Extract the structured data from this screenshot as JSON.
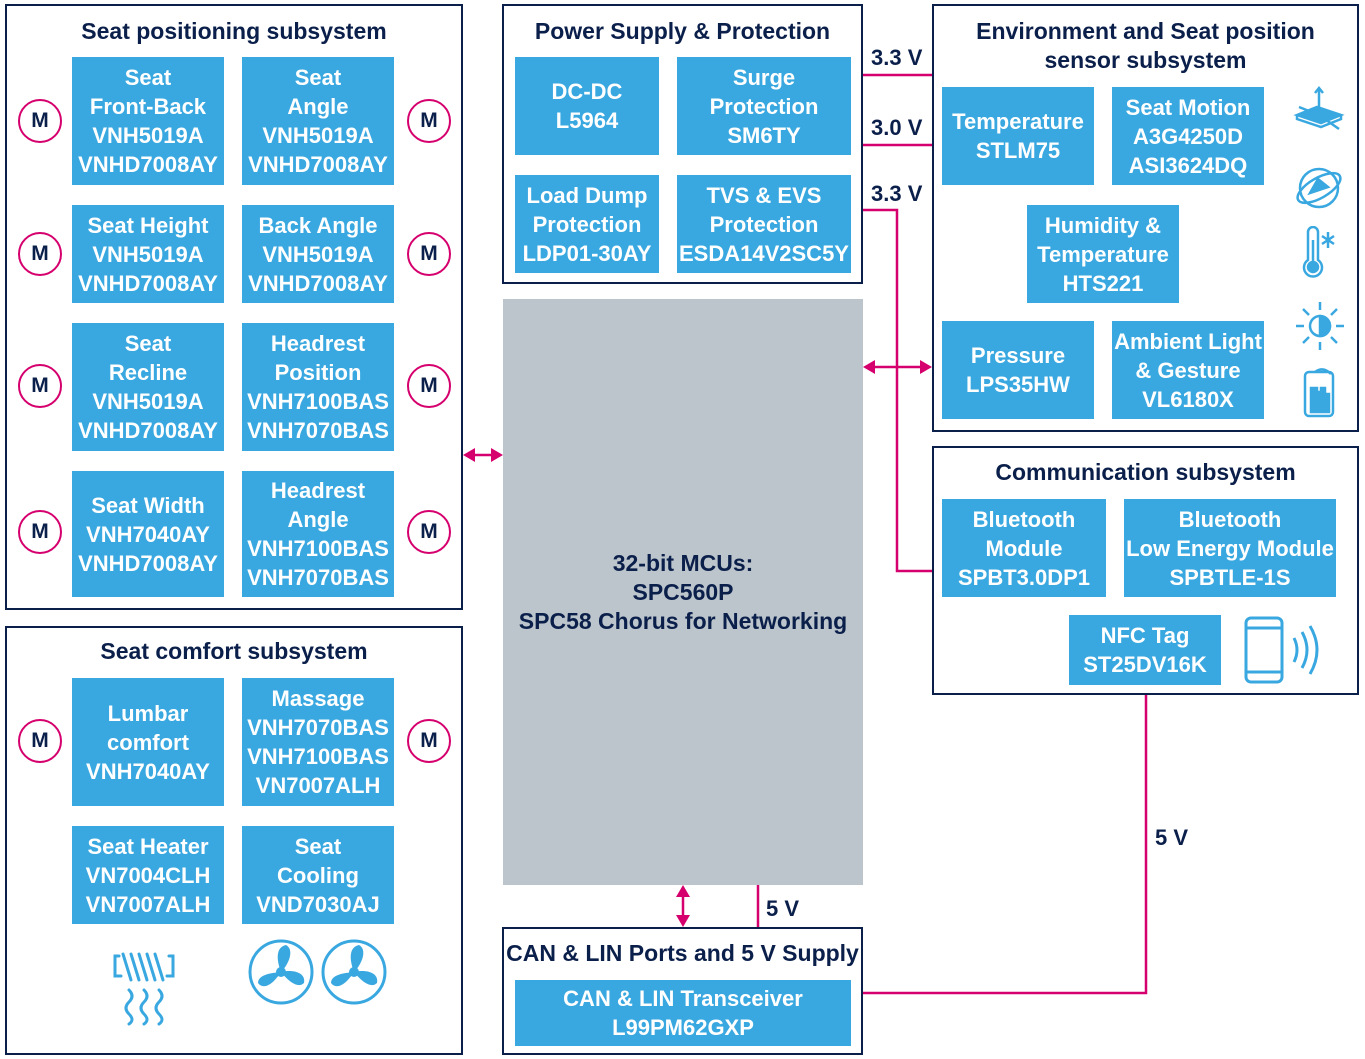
{
  "colors": {
    "block": "#3aa8e0",
    "border": "#0b1f4b",
    "wire": "#d5006d",
    "mcu": "#bcc5cb"
  },
  "seat_positioning": {
    "title": "Seat positioning subsystem",
    "blocks": [
      "Seat\nFront-Back\nVNH5019A\nVNHD7008AY",
      "Seat\nAngle\nVNH5019A\nVNHD7008AY",
      "Seat Height\nVNH5019A\nVNHD7008AY",
      "Back Angle\nVNH5019A\nVNHD7008AY",
      "Seat\nRecline\nVNH5019A\nVNHD7008AY",
      "Headrest\nPosition\nVNH7100BAS\nVNH7070BAS",
      "Seat Width\nVNH7040AY\nVNHD7008AY",
      "Headrest\nAngle\nVNH7100BAS\nVNH7070BAS"
    ]
  },
  "motor_label": "M",
  "seat_comfort": {
    "title": "Seat comfort subsystem",
    "blocks": [
      "Lumbar\ncomfort\nVNH7040AY",
      "Massage\nVNH7070BAS\nVNH7100BAS\nVN7007ALH",
      "Seat Heater\nVN7004CLH\nVN7007ALH",
      "Seat\nCooling\nVND7030AJ"
    ]
  },
  "power": {
    "title": "Power Supply & Protection",
    "blocks": [
      "DC-DC\nL5964",
      "Surge\nProtection\nSM6TY",
      "Load Dump\nProtection\nLDP01-30AY",
      "TVS & EVS\nProtection\nESDA14V2SC5Y"
    ]
  },
  "mcu": {
    "label": "32-bit MCUs:\nSPC560P\nSPC58 Chorus for Networking"
  },
  "can": {
    "title": "CAN & LIN Ports and 5 V Supply",
    "block": "CAN & LIN Transceiver\nL99PM62GXP"
  },
  "env": {
    "title": "Environment and Seat position\nsensor subsystem",
    "blocks": [
      "Temperature\nSTLM75",
      "Seat Motion\nA3G4250D\nASI3624DQ",
      "Humidity &\nTemperature\nHTS221",
      "Pressure\nLPS35HW",
      "Ambient Light\n& Gesture\nVL6180X"
    ]
  },
  "comm": {
    "title": "Communication subsystem",
    "blocks": [
      "Bluetooth\nModule\nSPBT3.0DP1",
      "Bluetooth\nLow Energy Module\nSPBTLE-1S",
      "NFC Tag\nST25DV16K"
    ]
  },
  "voltages": {
    "v1": "3.3 V",
    "v2": "3.0 V",
    "v3": "3.3 V",
    "v_can": "5 V",
    "v_comm": "5 V"
  },
  "icons": [
    "motion-sensor-icon",
    "gyroscope-icon",
    "thermometer-icon",
    "light-icon",
    "gesture-hand-icon",
    "smartphone-nfc-icon",
    "heater-icon",
    "fan-icon"
  ]
}
